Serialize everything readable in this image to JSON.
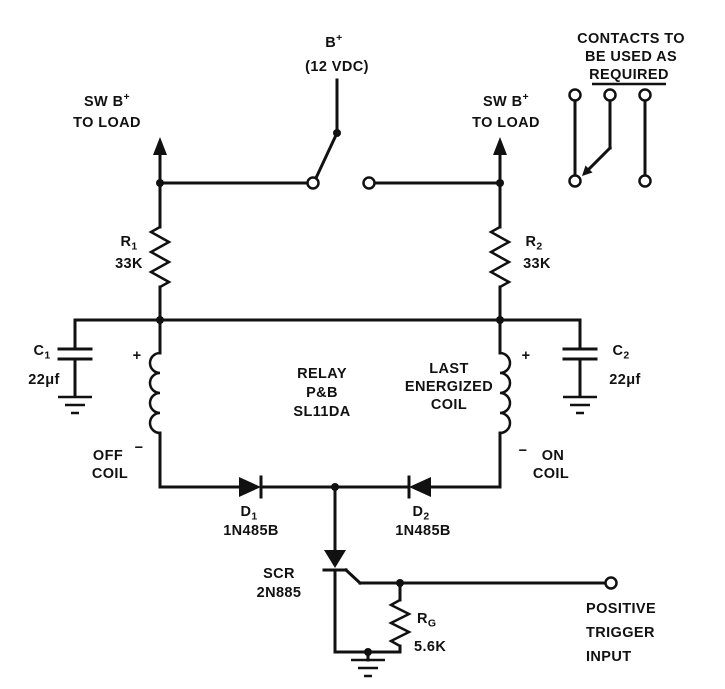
{
  "colors": {
    "ink": "#111111",
    "paper": "#ffffff"
  },
  "labels": {
    "supply": {
      "name": "B",
      "sup": "+",
      "voltage": "(12 VDC)"
    },
    "load_left": {
      "l1": "SW B",
      "l1sup": "+",
      "l2": "TO LOAD"
    },
    "load_right": {
      "l1": "SW B",
      "l1sup": "+",
      "l2": "TO LOAD"
    },
    "contacts_note": {
      "l1": "CONTACTS TO",
      "l2": "BE USED AS",
      "l3": "REQUIRED"
    },
    "r1": {
      "ref": "R",
      "refsub": "1",
      "value": "33K"
    },
    "r2": {
      "ref": "R",
      "refsub": "2",
      "value": "33K"
    },
    "c1": {
      "ref": "C",
      "refsub": "1",
      "value": "22μf"
    },
    "c2": {
      "ref": "C",
      "refsub": "2",
      "value": "22μf"
    },
    "relay": {
      "l1": "RELAY",
      "l2": "P&B",
      "l3": "SL11DA"
    },
    "last_coil": {
      "l1": "LAST",
      "l2": "ENERGIZED",
      "l3": "COIL"
    },
    "off_coil": {
      "name": "OFF",
      "word": "COIL",
      "plus": "+",
      "minus": "−"
    },
    "on_coil": {
      "name": "ON",
      "word": "COIL",
      "plus": "+",
      "minus": "−"
    },
    "d1": {
      "ref": "D",
      "refsub": "1",
      "value": "1N485B"
    },
    "d2": {
      "ref": "D",
      "refsub": "2",
      "value": "1N485B"
    },
    "scr": {
      "l1": "SCR",
      "l2": "2N885"
    },
    "rg": {
      "ref": "R",
      "refsub": "G",
      "value": "5.6K"
    },
    "trigger": {
      "l1": "POSITIVE",
      "l2": "TRIGGER",
      "l3": "INPUT"
    }
  }
}
